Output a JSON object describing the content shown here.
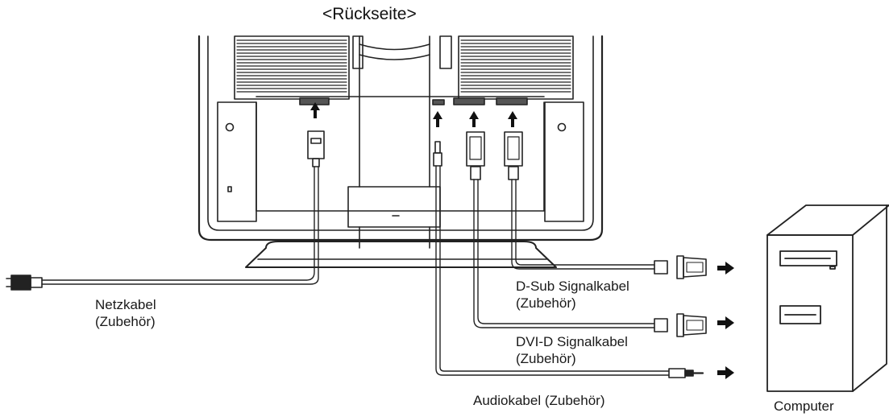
{
  "heading": "<Rückseite>",
  "labels": {
    "power_cable": [
      "Netzkabel",
      "(Zubehör)"
    ],
    "dsub_cable": [
      "D-Sub Signalkabel",
      "(Zubehör)"
    ],
    "dvi_cable": [
      "DVI-D Signalkabel",
      "(Zubehör)"
    ],
    "audio_cable": "Audiokabel (Zubehör)",
    "computer": "Computer"
  }
}
